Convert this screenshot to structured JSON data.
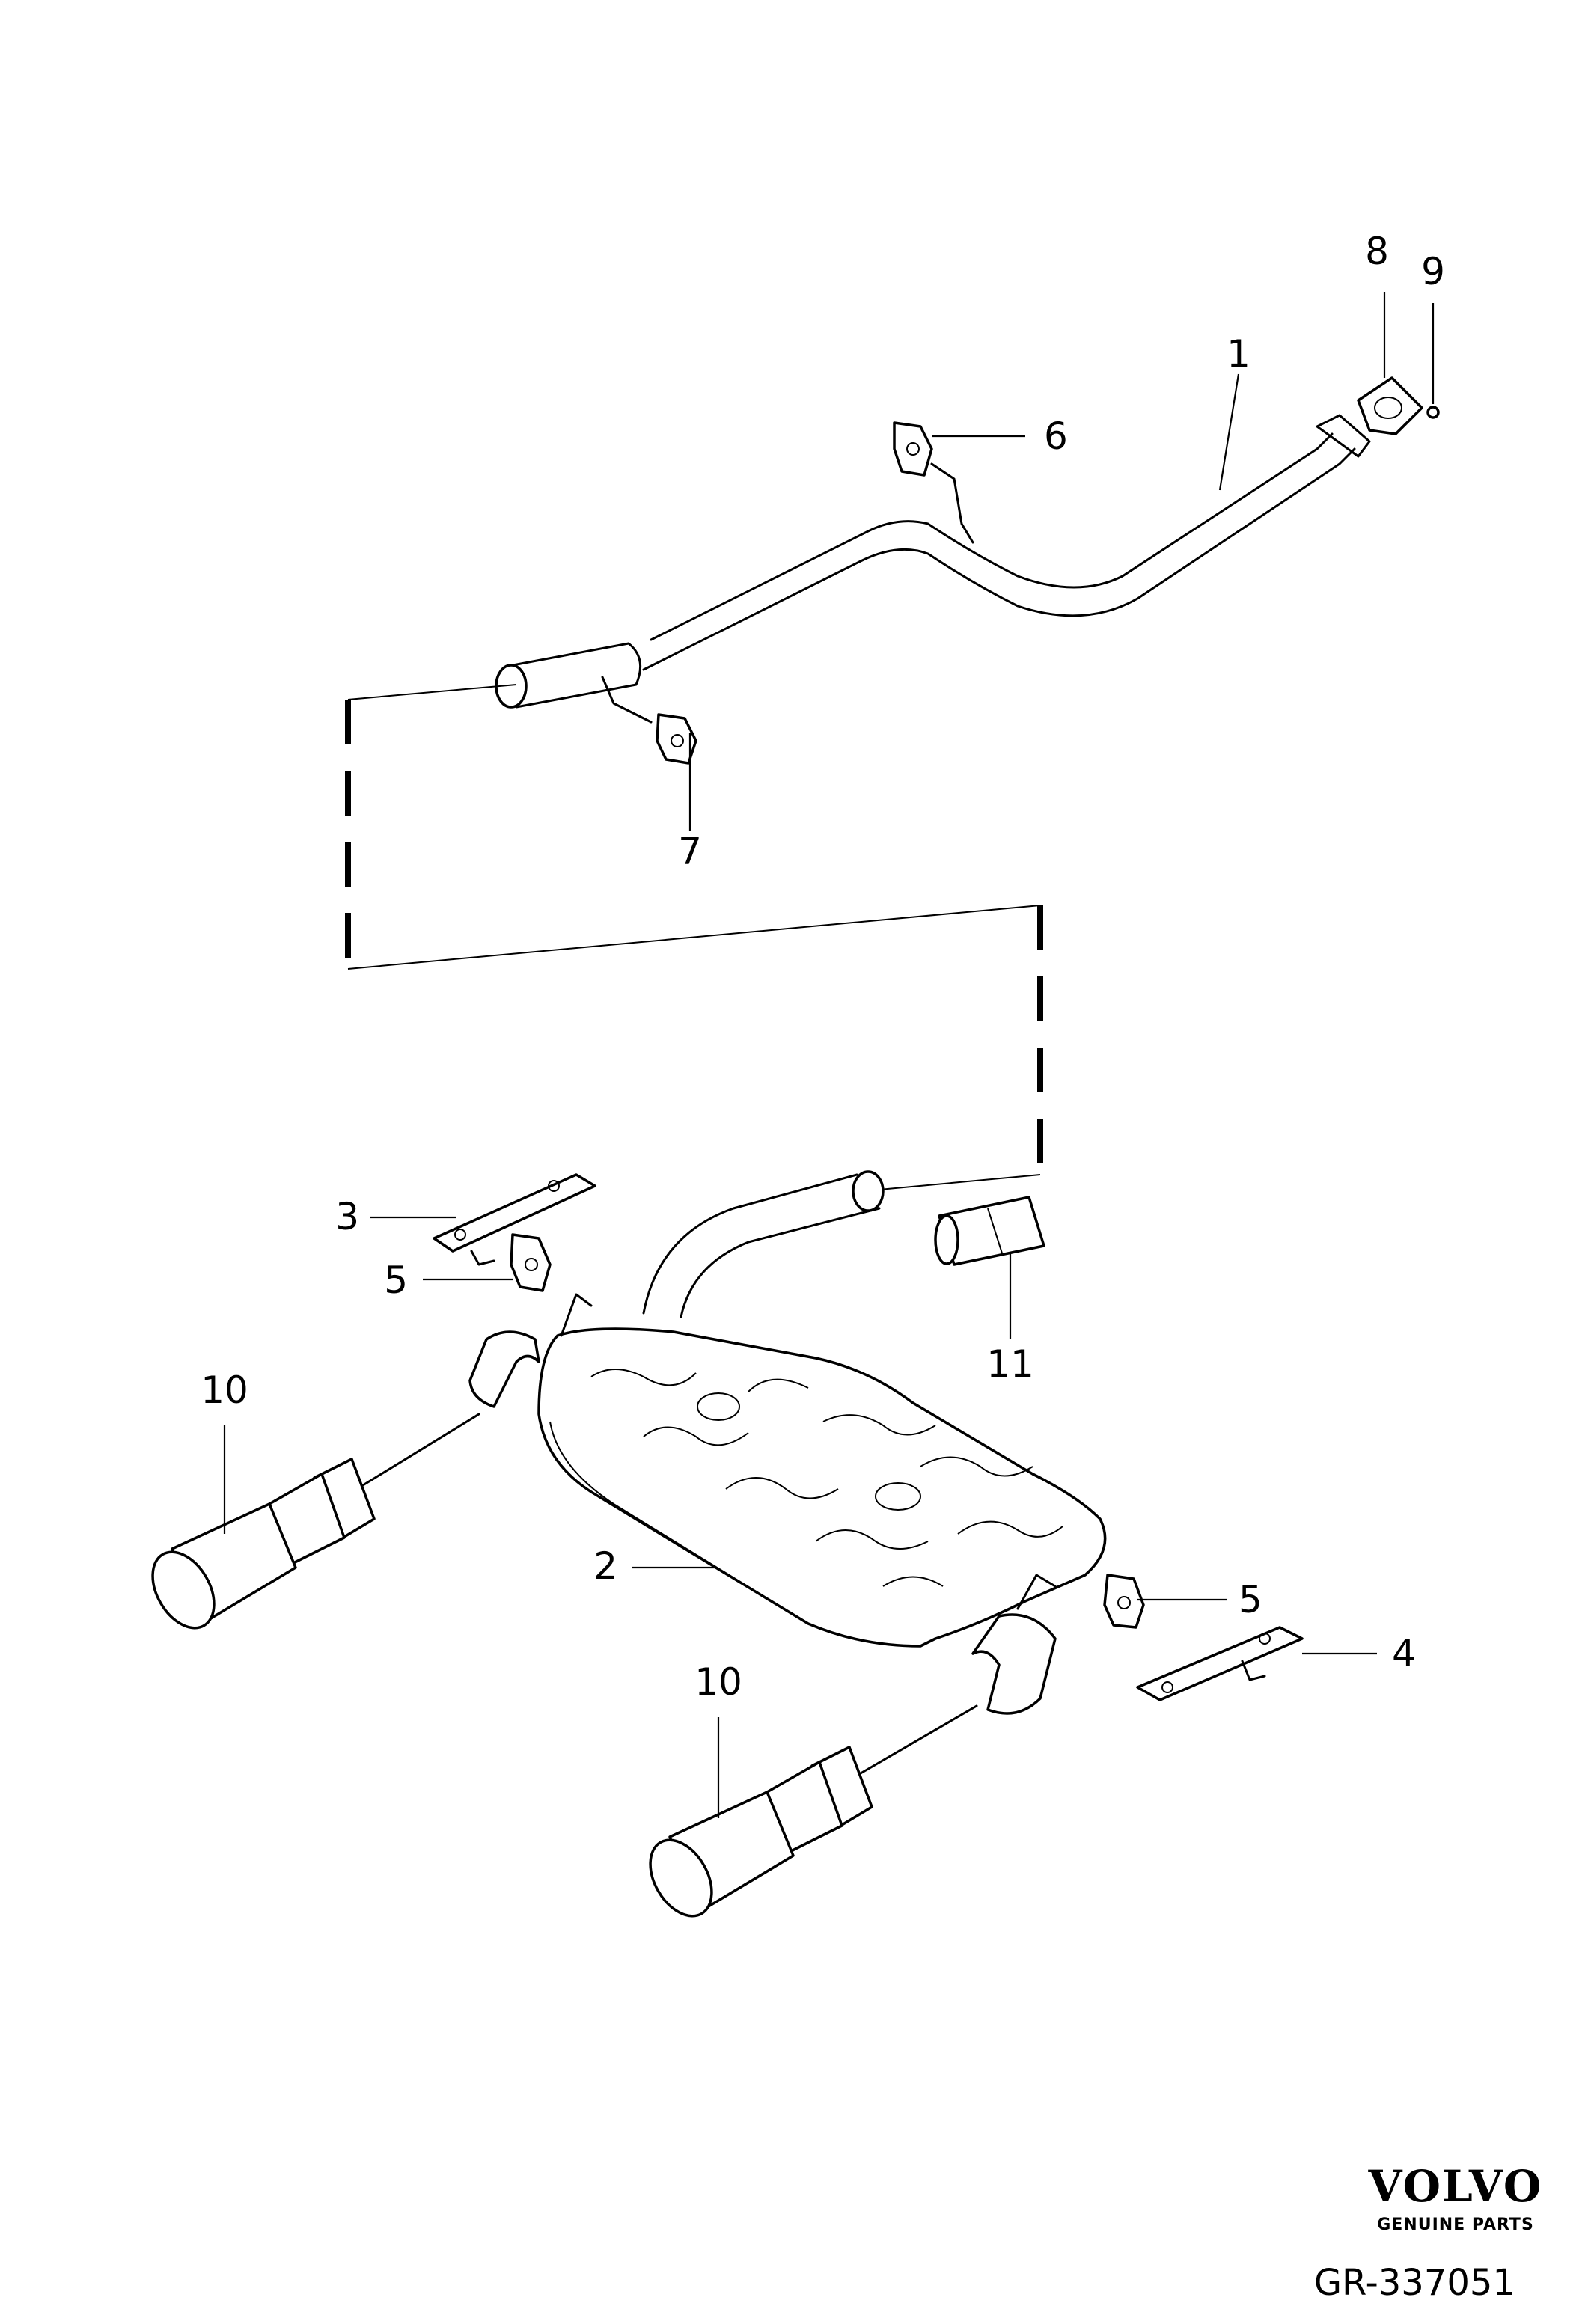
{
  "callouts": {
    "c1": "1",
    "c2": "2",
    "c3": "3",
    "c4": "4",
    "c5a": "5",
    "c5b": "5",
    "c6": "6",
    "c7": "7",
    "c8": "8",
    "c9": "9",
    "c10a": "10",
    "c10b": "10",
    "c11": "11"
  },
  "brand": {
    "name": "VOLVO",
    "tagline": "GENUINE PARTS",
    "reference": "GR-337051"
  }
}
